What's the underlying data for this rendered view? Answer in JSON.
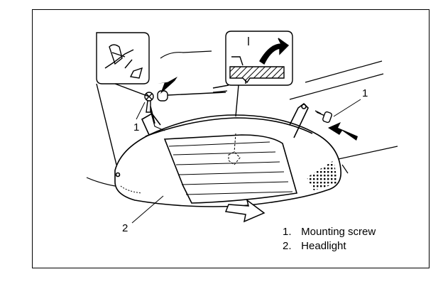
{
  "callouts": {
    "screw_left": "1",
    "screw_right": "1",
    "headlight": "2"
  },
  "legend": [
    {
      "number": "1.",
      "label": "Mounting screw"
    },
    {
      "number": "2.",
      "label": "Headlight"
    }
  ]
}
